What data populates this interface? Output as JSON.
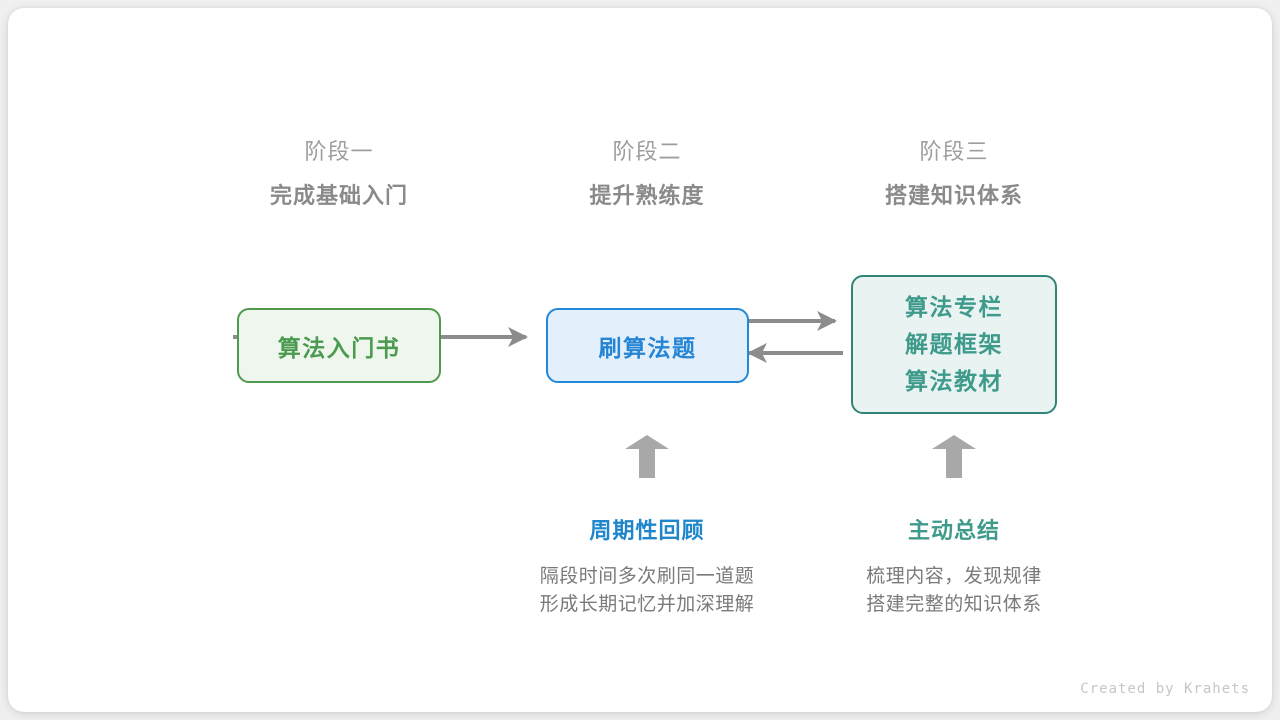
{
  "canvas": {
    "background": "#f0f0f0",
    "card_background": "#ffffff"
  },
  "stages": [
    {
      "label": "阶段一",
      "title": "完成基础入门"
    },
    {
      "label": "阶段二",
      "title": "提升熟练度"
    },
    {
      "label": "阶段三",
      "title": "搭建知识体系"
    }
  ],
  "nodes": [
    {
      "id": "book",
      "lines": [
        "算法入门书"
      ],
      "text_color": "#4a9a50",
      "border_color": "#4e9a4e",
      "fill_color": "#eef6ee"
    },
    {
      "id": "practice",
      "lines": [
        "刷算法题"
      ],
      "text_color": "#2685d4",
      "border_color": "#2488d8",
      "fill_color": "#e3f0fb"
    },
    {
      "id": "resources",
      "lines": [
        "算法专栏",
        "解题框架",
        "算法教材"
      ],
      "text_color": "#3e9a8b",
      "border_color": "#2f8577",
      "fill_color": "#e9f3f1"
    }
  ],
  "edges": {
    "color": "#8c8c8c",
    "book_to_practice": "arrow-right",
    "practice_to_resources": "arrow-right",
    "resources_to_practice": "arrow-left"
  },
  "boosts": [
    {
      "id": "review",
      "arrow": "arrow-up-icon",
      "title": "周期性回顾",
      "title_color": "#1f86cc",
      "desc": [
        "隔段时间多次刷同一道题",
        "形成长期记忆并加深理解"
      ]
    },
    {
      "id": "summary",
      "arrow": "arrow-up-icon",
      "title": "主动总结",
      "title_color": "#3e9a8b",
      "desc": [
        "梳理内容，发现规律",
        "搭建完整的知识体系"
      ]
    }
  ],
  "credit": "Created by Krahets"
}
